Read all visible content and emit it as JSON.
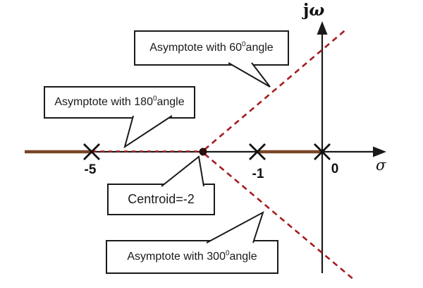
{
  "diagram": {
    "type": "root-locus-asymptotes",
    "poles_sigma": [
      -5,
      -1,
      0
    ],
    "centroid_sigma": -2,
    "asymptote_angles_deg": [
      60,
      180,
      300
    ],
    "colors": {
      "background": "#ffffff",
      "axis": "#1a1a1a",
      "real_axis_locus": "#7a4526",
      "asymptote": "#a51c20",
      "centroid_dot": "#2e0d0d",
      "callout_border": "#1a1a1a",
      "callout_fill": "#ffffff"
    }
  },
  "axis_labels": {
    "j": "j",
    "omega": "ω",
    "sigma": "σ"
  },
  "pole_labels": [
    "-5",
    "-1",
    "0"
  ],
  "callouts": {
    "asym60": {
      "pre": "Asymptote with 60",
      "sup": "0",
      "post": "angle"
    },
    "asym180": {
      "pre": "Asymptote with 180",
      "sup": "0",
      "post": "angle"
    },
    "centroid": {
      "text": "Centroid=-2"
    },
    "asym300": {
      "pre": "Asymptote with 300",
      "sup": "0",
      "post": "angle"
    }
  }
}
